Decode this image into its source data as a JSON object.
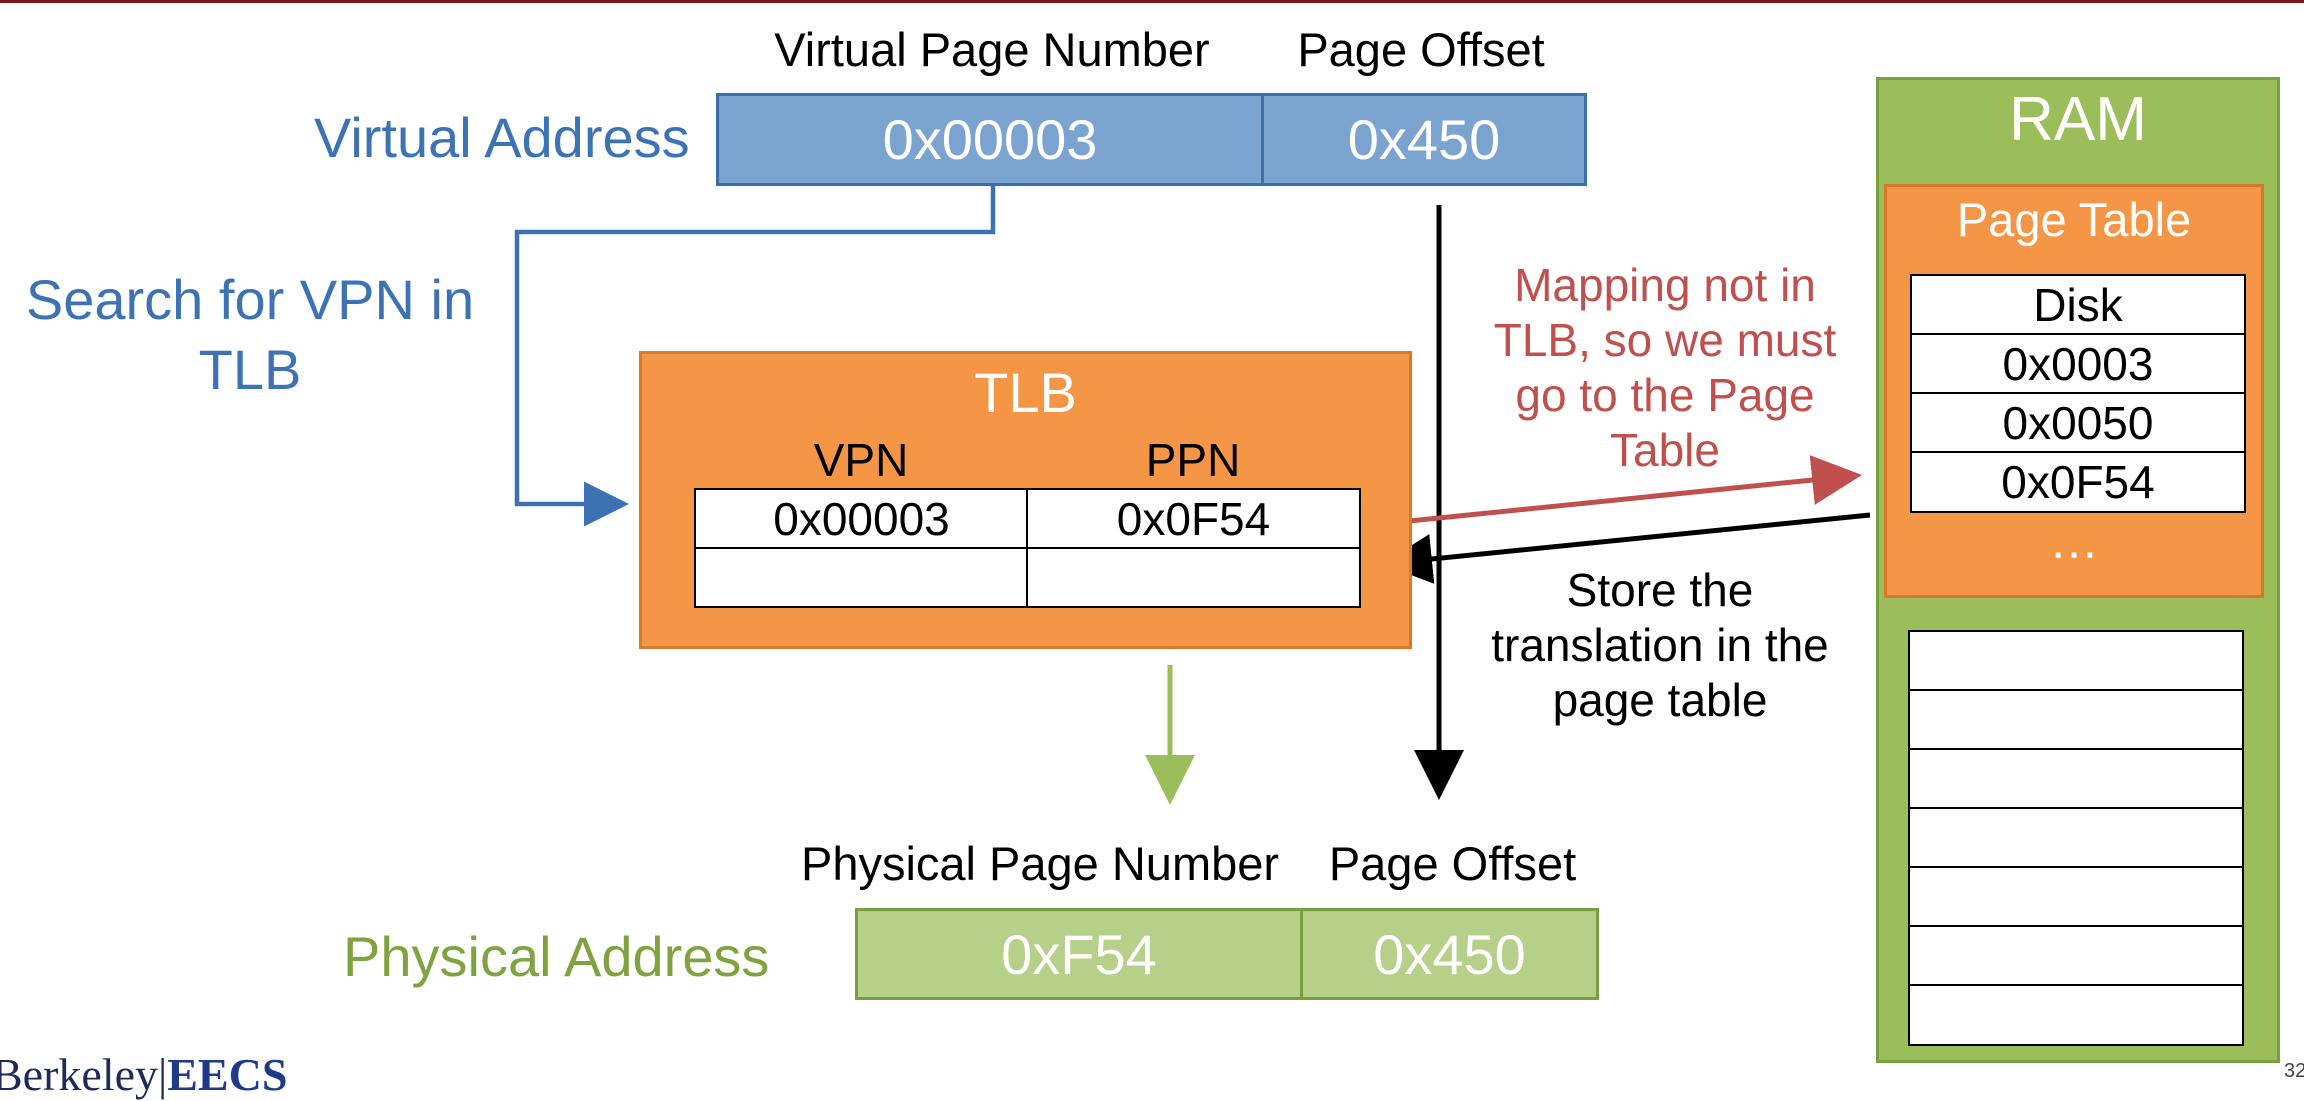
{
  "virtual_address": {
    "label": "Virtual Address",
    "vpn_header": "Virtual Page Number",
    "offset_header": "Page Offset",
    "vpn_value": "0x00003",
    "offset_value": "0x450"
  },
  "search_note": {
    "line1": "Search for VPN in",
    "line2": "TLB"
  },
  "tlb": {
    "title": "TLB",
    "col_vpn": "VPN",
    "col_ppn": "PPN",
    "rows": [
      {
        "vpn": "0x00003",
        "ppn": "0x0F54"
      },
      {
        "vpn": "",
        "ppn": ""
      }
    ]
  },
  "miss_note": {
    "lines": [
      "Mapping not in",
      "TLB, so we must",
      "go to the Page",
      "Table"
    ]
  },
  "store_note": {
    "lines": [
      "Store the",
      "translation in the",
      "page table"
    ]
  },
  "ram": {
    "title": "RAM",
    "page_table": {
      "title": "Page Table",
      "entries": [
        "Disk",
        "0x0003",
        "0x0050",
        "0x0F54"
      ],
      "ellipsis": "…"
    }
  },
  "physical_address": {
    "label": "Physical Address",
    "ppn_header": "Physical Page Number",
    "offset_header": "Page Offset",
    "ppn_value": "0xF54",
    "offset_value": "0x450"
  },
  "footer": {
    "logo_part1": "Berkeley",
    "logo_part2": "EECS",
    "slide_number": "32"
  },
  "colors": {
    "blue": "#3d73b5",
    "orange": "#f59646",
    "green": "#9cbe5a",
    "red": "#c0504d"
  }
}
